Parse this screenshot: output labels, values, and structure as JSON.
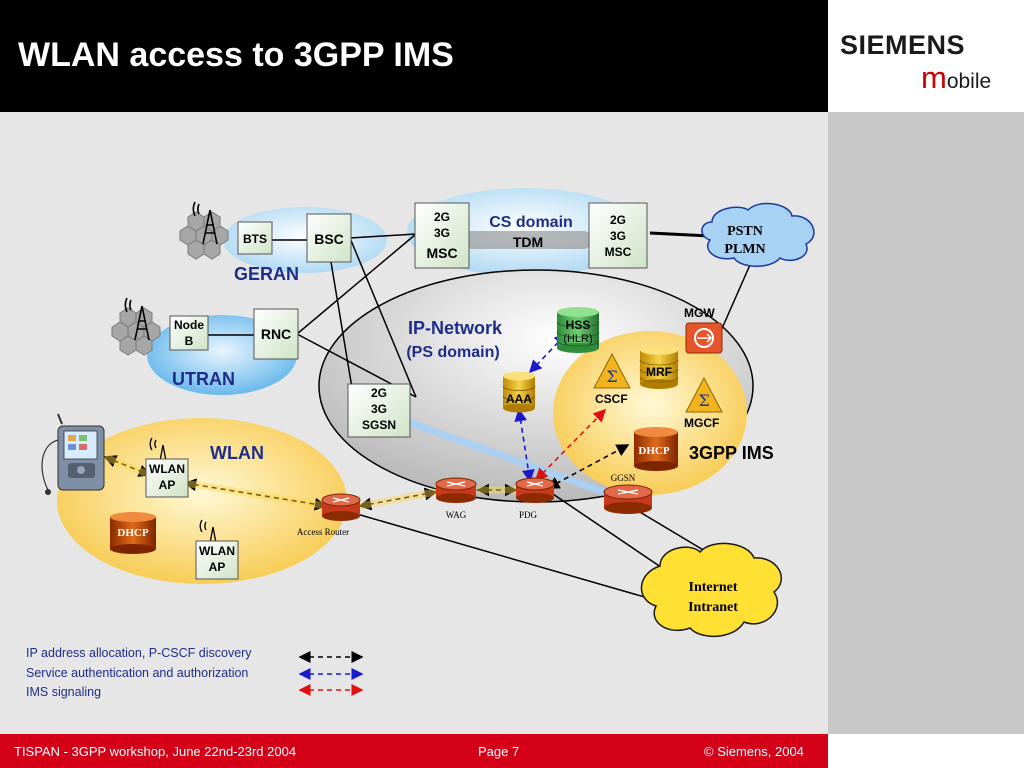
{
  "header": {
    "title": "WLAN access to 3GPP IMS"
  },
  "logo": {
    "brand": "SIEMENS",
    "sub_m": "m",
    "sub_rest": "obile"
  },
  "footer": {
    "left": "TISPAN - 3GPP workshop, June 22nd-23rd 2004",
    "center": "Page 7",
    "right": "© Siemens, 2004"
  },
  "diagram": {
    "regions": {
      "geran": "GERAN",
      "utran": "UTRAN",
      "wlan": "WLAN",
      "ims": "3GPP IMS",
      "ip_line1": "IP-Network",
      "ip_line2": "(PS domain)",
      "cs_line1": "CS domain",
      "cs_line2": "TDM"
    },
    "nodes": {
      "bts": "BTS",
      "bsc": "BSC",
      "nodeb_1": "Node",
      "nodeb_2": "B",
      "rnc": "RNC",
      "msc_left_1": "2G",
      "msc_left_2": "3G",
      "msc_left_3": "MSC",
      "msc_right_1": "2G",
      "msc_right_2": "3G",
      "msc_right_3": "MSC",
      "sgsn_1": "2G",
      "sgsn_2": "3G",
      "sgsn_3": "SGSN",
      "pstn_1": "PSTN",
      "pstn_2": "PLMN",
      "mgw": "MGW",
      "hss_1": "HSS",
      "hss_2": "(HLR)",
      "mrf": "MRF",
      "cscf": "CSCF",
      "aaa": "AAA",
      "mgcf": "MGCF",
      "dhcp_ims": "DHCP",
      "dhcp_wlan": "DHCP",
      "ggsn": "GGSN",
      "wag": "WAG",
      "pdg": "PDG",
      "access_router": "Access Router",
      "wlan_ap1_1": "WLAN",
      "wlan_ap1_2": "AP",
      "wlan_ap2_1": "WLAN",
      "wlan_ap2_2": "AP",
      "internet_1": "Internet",
      "internet_2": "Intranet"
    },
    "legend": [
      {
        "label": "IP address allocation, P-CSCF discovery",
        "color": "#000000"
      },
      {
        "label": "Service authentication and authorization",
        "color": "#1a1acc"
      },
      {
        "label": "IMS signaling",
        "color": "#e01010"
      }
    ]
  }
}
